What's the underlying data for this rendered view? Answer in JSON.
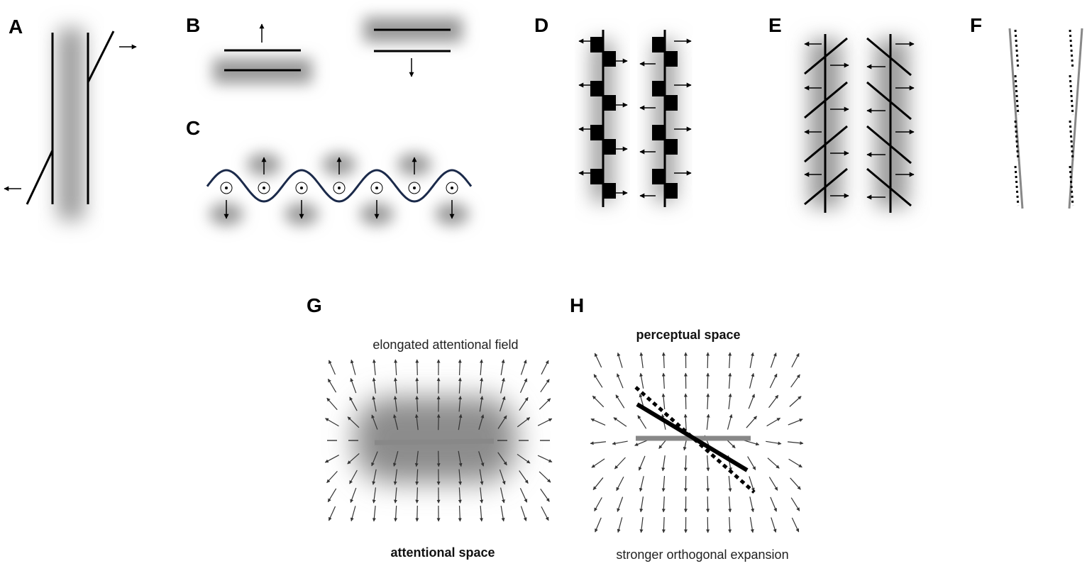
{
  "panels": {
    "A": {
      "label": "A"
    },
    "B": {
      "label": "B"
    },
    "C": {
      "label": "C"
    },
    "D": {
      "label": "D"
    },
    "E": {
      "label": "E"
    },
    "F": {
      "label": "F"
    },
    "G": {
      "label": "G",
      "top_caption": "elongated attentional field",
      "bottom_caption": "attentional space"
    },
    "H": {
      "label": "H",
      "top_caption": "perceptual space",
      "bottom_caption": "stronger orthogonal expansion"
    }
  },
  "colors": {
    "ink": "#000000",
    "wave": "#1b2a4a",
    "segment_gray": "#888888",
    "field_arrow": "#333333",
    "blur_gray": "#9a9a9a"
  }
}
